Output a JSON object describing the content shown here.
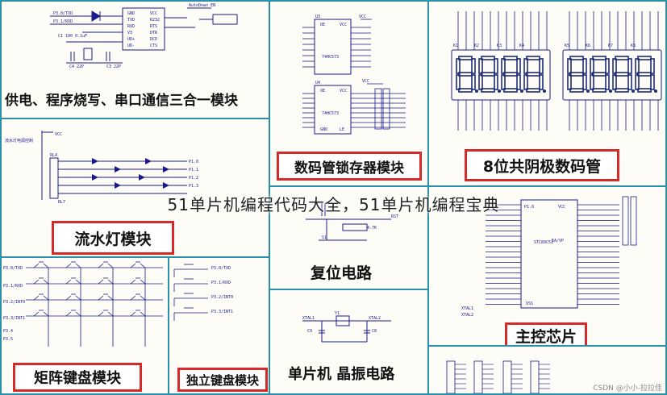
{
  "modules": {
    "power": "供电、程序烧写、串口通信三合一模块",
    "latch": "数码管锁存器模块",
    "display": "8位共阴极数码管",
    "led": "流水灯模块",
    "reset": "复位电路",
    "mcu": "主控芯片",
    "matrix": "矩阵键盘模块",
    "independent": "独立键盘模块",
    "crystal": "单片机 晶振电路"
  },
  "overlay_title": "51单片机编程代码大全，51单片机编程宝典",
  "watermark": "CSDN @小小-拉拉佳",
  "colors": {
    "border": "#2a8fa8",
    "label_border": "#d42a2a",
    "schematic": "#1a1a8c",
    "digits": "#1d2b7a"
  }
}
